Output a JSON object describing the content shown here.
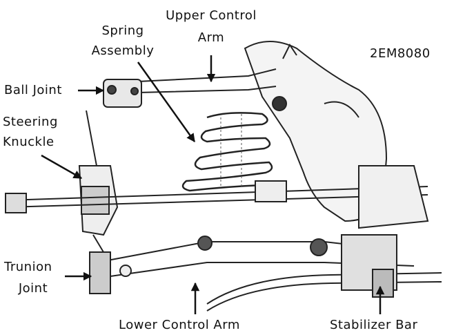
{
  "figure_id": "2EM8080",
  "labels": {
    "upper_control_arm": [
      "Upper Control",
      "Arm"
    ],
    "spring_assembly": [
      "Spring",
      "Assembly"
    ],
    "ball_joint": "Ball Joint",
    "steering_knuckle": [
      "Steering",
      "Knuckle"
    ],
    "trunion_joint": [
      "Trunion",
      "Joint"
    ],
    "lower_control_arm": "Lower Control Arm",
    "stabilizer_bar": "Stabilizer Bar"
  },
  "colors": {
    "background": "#ffffff",
    "ink": "#111111"
  }
}
